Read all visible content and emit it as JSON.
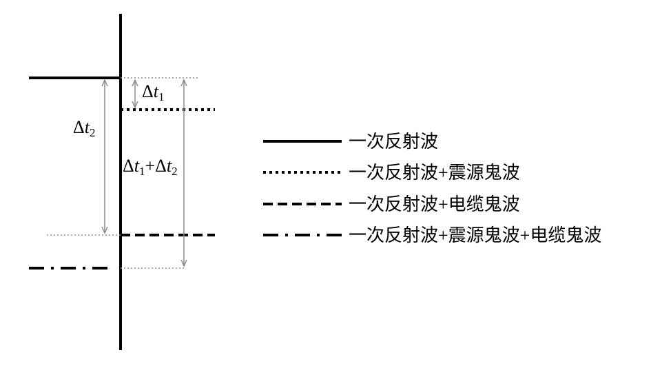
{
  "diagram": {
    "annotations": {
      "dt1": {
        "delta": "Δ",
        "var": "t",
        "sub": "1"
      },
      "dt2": {
        "delta": "Δ",
        "var": "t",
        "sub": "2"
      },
      "dt1_plus_dt2": {
        "delta1": "Δ",
        "var1": "t",
        "sub1": "1",
        "plus": "+",
        "delta2": "Δ",
        "var2": "t",
        "sub2": "2"
      }
    },
    "legend": [
      {
        "style": "solid",
        "label": "一次反射波"
      },
      {
        "style": "dotted",
        "label": "一次反射波+震源鬼波"
      },
      {
        "style": "dashed",
        "label": "一次反射波+电缆鬼波"
      },
      {
        "style": "dash-dot",
        "label": "一次反射波+震源鬼波+电缆鬼波"
      }
    ],
    "colors": {
      "line": "#000000",
      "arrow": "#8c8c8c",
      "guide": "#8c8c8c"
    }
  }
}
